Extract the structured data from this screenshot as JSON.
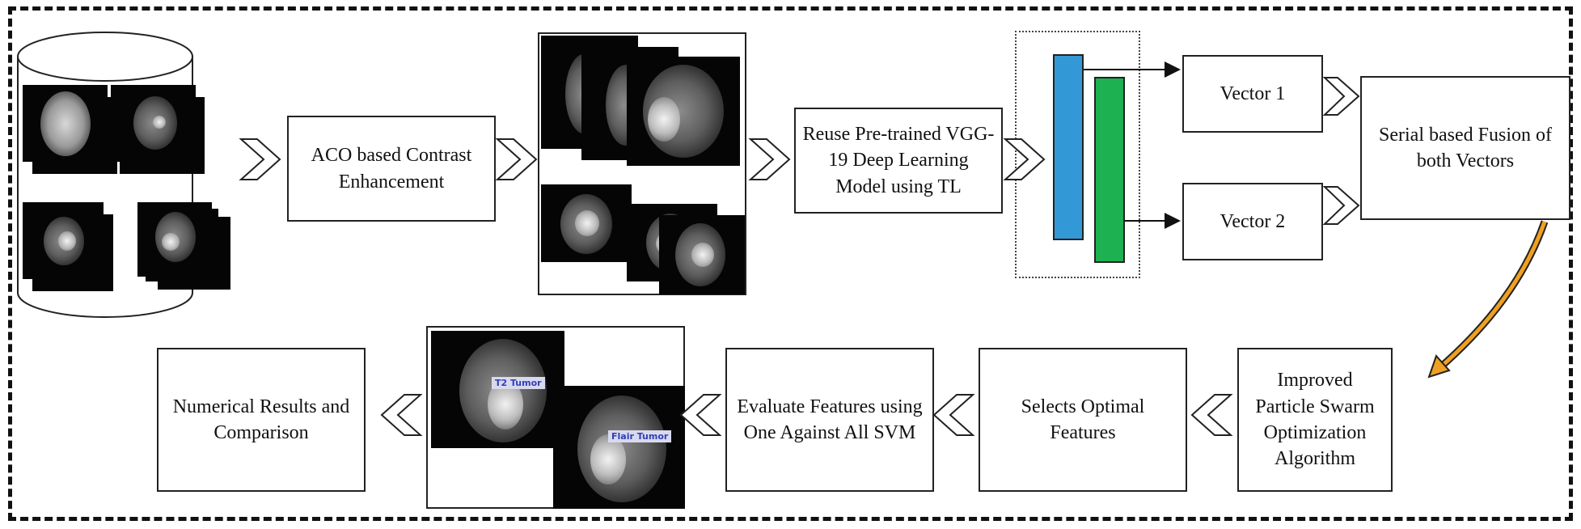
{
  "steps": {
    "contrast": "ACO based Contrast Enhancement",
    "reuse": "Reuse Pre-trained VGG-19 Deep Learning Model using TL",
    "vector1": "Vector 1",
    "vector2": "Vector 2",
    "fusion": "Serial based Fusion of both Vectors",
    "pso": "Improved Particle Swarm Optimization Algorithm",
    "selects": "Selects Optimal Features",
    "evaluate": "Evaluate Features using One Against All SVM",
    "results": "Numerical Results and Comparison"
  },
  "labels": {
    "t2": "T2 Tumor",
    "flair": "Flair Tumor"
  },
  "colors": {
    "layer1": "#3399d6",
    "layer2": "#1db151",
    "curve_arrow": "#f0a020",
    "frame": "#111111"
  }
}
